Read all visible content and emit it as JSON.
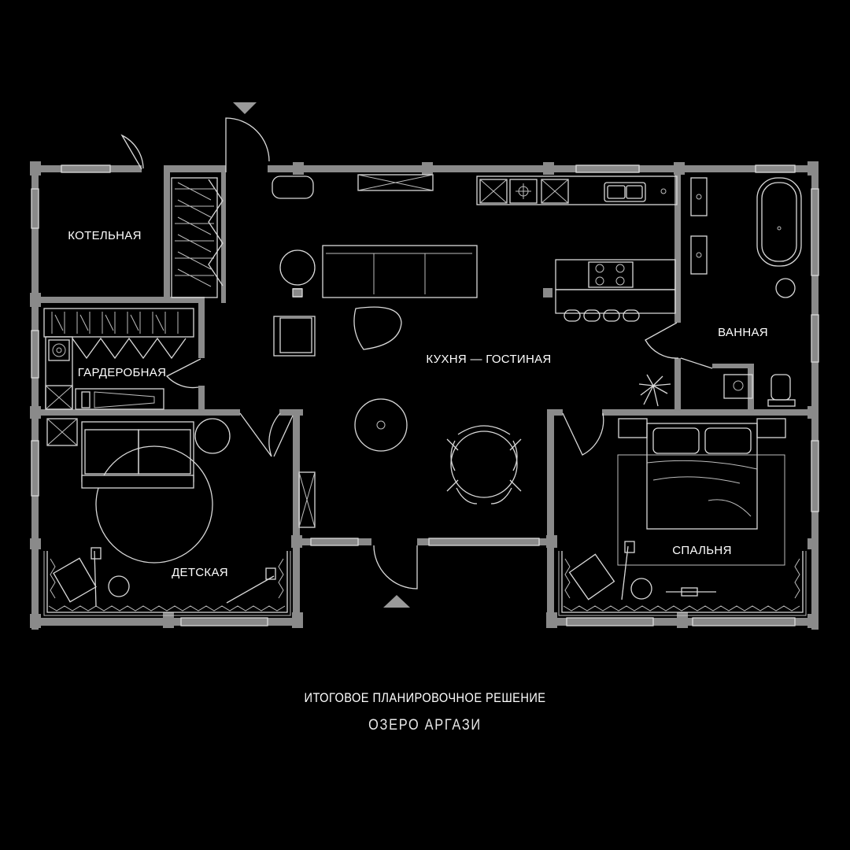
{
  "rooms": {
    "boiler": "КОТЕЛЬНАЯ",
    "wardrobe": "ГАРДЕРОБНАЯ",
    "living": "КУХНЯ — ГОСТИНАЯ",
    "bath": "ВАННАЯ",
    "kids": "ДЕТСКАЯ",
    "bedroom": "СПАЛЬНЯ"
  },
  "caption": {
    "title": "ИТОГОВОЕ ПЛАНИРОВОЧНОЕ РЕШЕНИЕ",
    "subtitle": "ОЗЕРО АРГАЗИ"
  },
  "colors": {
    "background": "#000000",
    "wall": "#8a8a8a",
    "line": "#d9d9d9",
    "text": "#ffffff"
  }
}
